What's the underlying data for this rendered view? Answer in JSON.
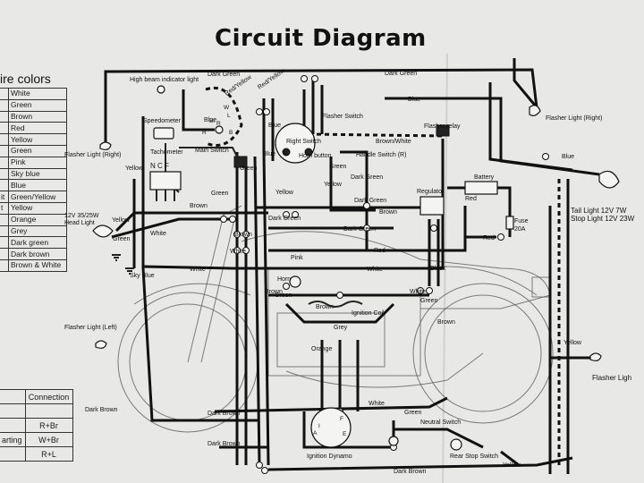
{
  "title": "Circuit Diagram",
  "wire_colors": {
    "heading": "ire colors",
    "rows": [
      {
        "code": "",
        "name": "White"
      },
      {
        "code": "",
        "name": "Green"
      },
      {
        "code": "",
        "name": "Brown"
      },
      {
        "code": "",
        "name": "Red"
      },
      {
        "code": "",
        "name": "Yellow"
      },
      {
        "code": "",
        "name": "Green"
      },
      {
        "code": "",
        "name": "Pink"
      },
      {
        "code": "",
        "name": "Sky blue"
      },
      {
        "code": "",
        "name": "Blue"
      },
      {
        "code": "it",
        "name": "Green/Yellow"
      },
      {
        "code": "t",
        "name": "Yellow"
      },
      {
        "code": "",
        "name": "Orange"
      },
      {
        "code": "",
        "name": "Grey"
      },
      {
        "code": "",
        "name": "Dark green"
      },
      {
        "code": "",
        "name": "Dark brown"
      },
      {
        "code": "",
        "name": "Brown & White"
      }
    ]
  },
  "connection_table": {
    "header": "Connection",
    "rows": [
      {
        "key": "",
        "value": ""
      },
      {
        "key": "",
        "value": "R+Br"
      },
      {
        "key": "arting",
        "value": "W+Br"
      },
      {
        "key": "",
        "value": "R+L"
      }
    ]
  },
  "components": {
    "high_beam": "High beam indicator light",
    "speedometer": "Speedometer",
    "tachometer": "Tachometer",
    "main_switch": "Main Switch",
    "flasher_switch": "Flasher Switch",
    "right_switch": "Right Switch",
    "horn_button": "Horn button",
    "handle_switch": "Handle Switch (R)",
    "flasher_relay": "Flasher relay",
    "flasher_right_top": "Flasher Light (Right)",
    "flasher_right_left": "Flasher Light (Right)",
    "head_light": "12V 35/25W\nHead Light",
    "regulator": "Regulator",
    "battery": "Battery",
    "fuse": "Fuse\n20A",
    "tail_light": "Tail Light  12V 7W",
    "stop_light": "Stop Light  12V 23W",
    "flasher_left": "Flasher Light (Left)",
    "flasher_left_right": "Flasher Ligh",
    "horn": "Horn",
    "ignition_coil": "Ignition Coil",
    "ignition_dynamo": "Ignition Dynamo",
    "neutral_switch": "Neutral Switch",
    "rear_stop_switch": "Rear Stop Switch",
    "ncf": "N  C  F"
  },
  "wire_labels": {
    "dark_green_a": "Dark Green",
    "dark_green_b": "Dark Green",
    "dark_green_c": "Dark Green",
    "dark_green_d": "Dark Green",
    "dark_green_e": "Dark Green",
    "dark_green_f": "Dark Green",
    "blue_a": "Blue",
    "blue_b": "Blue",
    "blue_c": "Blue",
    "blue_d": "Blue",
    "blue_e": "Blue",
    "red_yellow_a": "Red/Yellow",
    "red_yellow_b": "Red/Yellow",
    "brown_white": "Brown/White",
    "yellow_a": "Yellow",
    "yellow_b": "Yellow",
    "yellow_c": "Yellow",
    "yellow_d": "Yellow",
    "yellow_e": "Yellow",
    "yellow_f": "Yellow",
    "green_a": "Green",
    "green_b": "Green",
    "green_c": "Green",
    "green_d": "Green",
    "green_e": "Green",
    "green_f": "Green",
    "white_a": "White",
    "white_b": "White",
    "white_c": "White",
    "white_d": "White",
    "white_e": "White",
    "white_f": "White",
    "brown_a": "Brown",
    "brown_b": "Brown",
    "brown_c": "Brown",
    "brown_d": "Brown",
    "brown_e": "Brown",
    "brown_f": "Brown",
    "red_a": "Red",
    "red_b": "Red",
    "red_c": "Red",
    "black_a": "Black",
    "sky_blue": "Sky Blue",
    "pink": "Pink",
    "grey": "Grey",
    "orange": "Orange",
    "dark_brown_a": "Dark Brown",
    "dark_brown_b": "Dark Brown",
    "dark_brown_c": "Dark Brown",
    "dark_brown_d": "Dark Brown",
    "green_dot": "Green",
    "term_w": "W",
    "term_r": "R",
    "term_l": "L",
    "term_br": "Br",
    "term_y": "Y",
    "term_r2": "R",
    "term_b": "B",
    "term_a": "A",
    "term_f": "F",
    "term_e": "E",
    "term_i": "I"
  },
  "colors": {
    "paper": "#e8e8e6",
    "ink": "#111111"
  }
}
